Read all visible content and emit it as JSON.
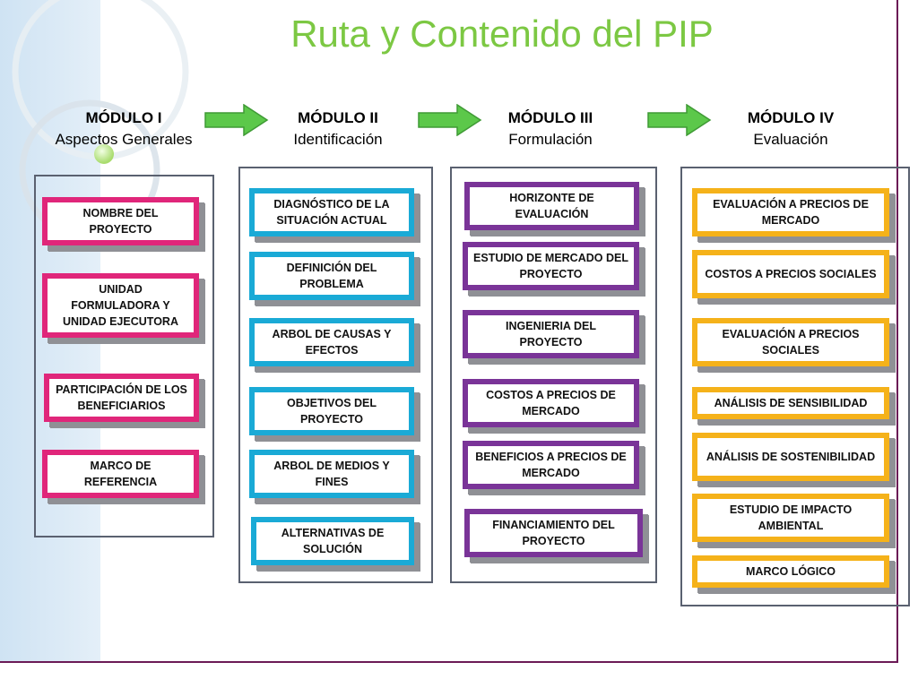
{
  "title": "Ruta y Contenido del PIP",
  "colors": {
    "title": "#7cc843",
    "arrow": "#5cc84a",
    "modulo_1": "#e0267a",
    "modulo_2": "#1aaad6",
    "modulo_3": "#7a3498",
    "modulo_4": "#f5b21a",
    "frame": "#6b1a56"
  },
  "modules": [
    {
      "heading": "MÓDULO I",
      "subtitle": "Aspectos Generales",
      "items": [
        "NOMBRE DEL PROYECTO",
        "UNIDAD FORMULADORA Y UNIDAD EJECUTORA",
        "PARTICIPACIÓN DE LOS BENEFICIARIOS",
        "MARCO DE REFERENCIA"
      ]
    },
    {
      "heading": "MÓDULO II",
      "subtitle": "Identificación",
      "items": [
        "DIAGNÓSTICO DE LA SITUACIÓN ACTUAL",
        "DEFINICIÓN DEL PROBLEMA",
        "ARBOL DE CAUSAS Y EFECTOS",
        "OBJETIVOS DEL PROYECTO",
        "ARBOL DE MEDIOS Y FINES",
        "ALTERNATIVAS DE SOLUCIÓN"
      ]
    },
    {
      "heading": "MÓDULO III",
      "subtitle": "Formulación",
      "items": [
        "HORIZONTE DE EVALUACIÓN",
        "ESTUDIO DE MERCADO DEL PROYECTO",
        "INGENIERIA DEL PROYECTO",
        "COSTOS A PRECIOS DE MERCADO",
        "BENEFICIOS A PRECIOS DE MERCADO",
        "FINANCIAMIENTO DEL PROYECTO"
      ]
    },
    {
      "heading": "MÓDULO IV",
      "subtitle": "Evaluación",
      "items": [
        "EVALUACIÓN  A PRECIOS DE MERCADO",
        "COSTOS A PRECIOS SOCIALES",
        "EVALUACIÓN A PRECIOS SOCIALES",
        "ANÁLISIS DE SENSIBILIDAD",
        "ANÁLISIS DE SOSTENIBILIDAD",
        "ESTUDIO DE IMPACTO AMBIENTAL",
        "MARCO LÓGICO"
      ]
    }
  ]
}
